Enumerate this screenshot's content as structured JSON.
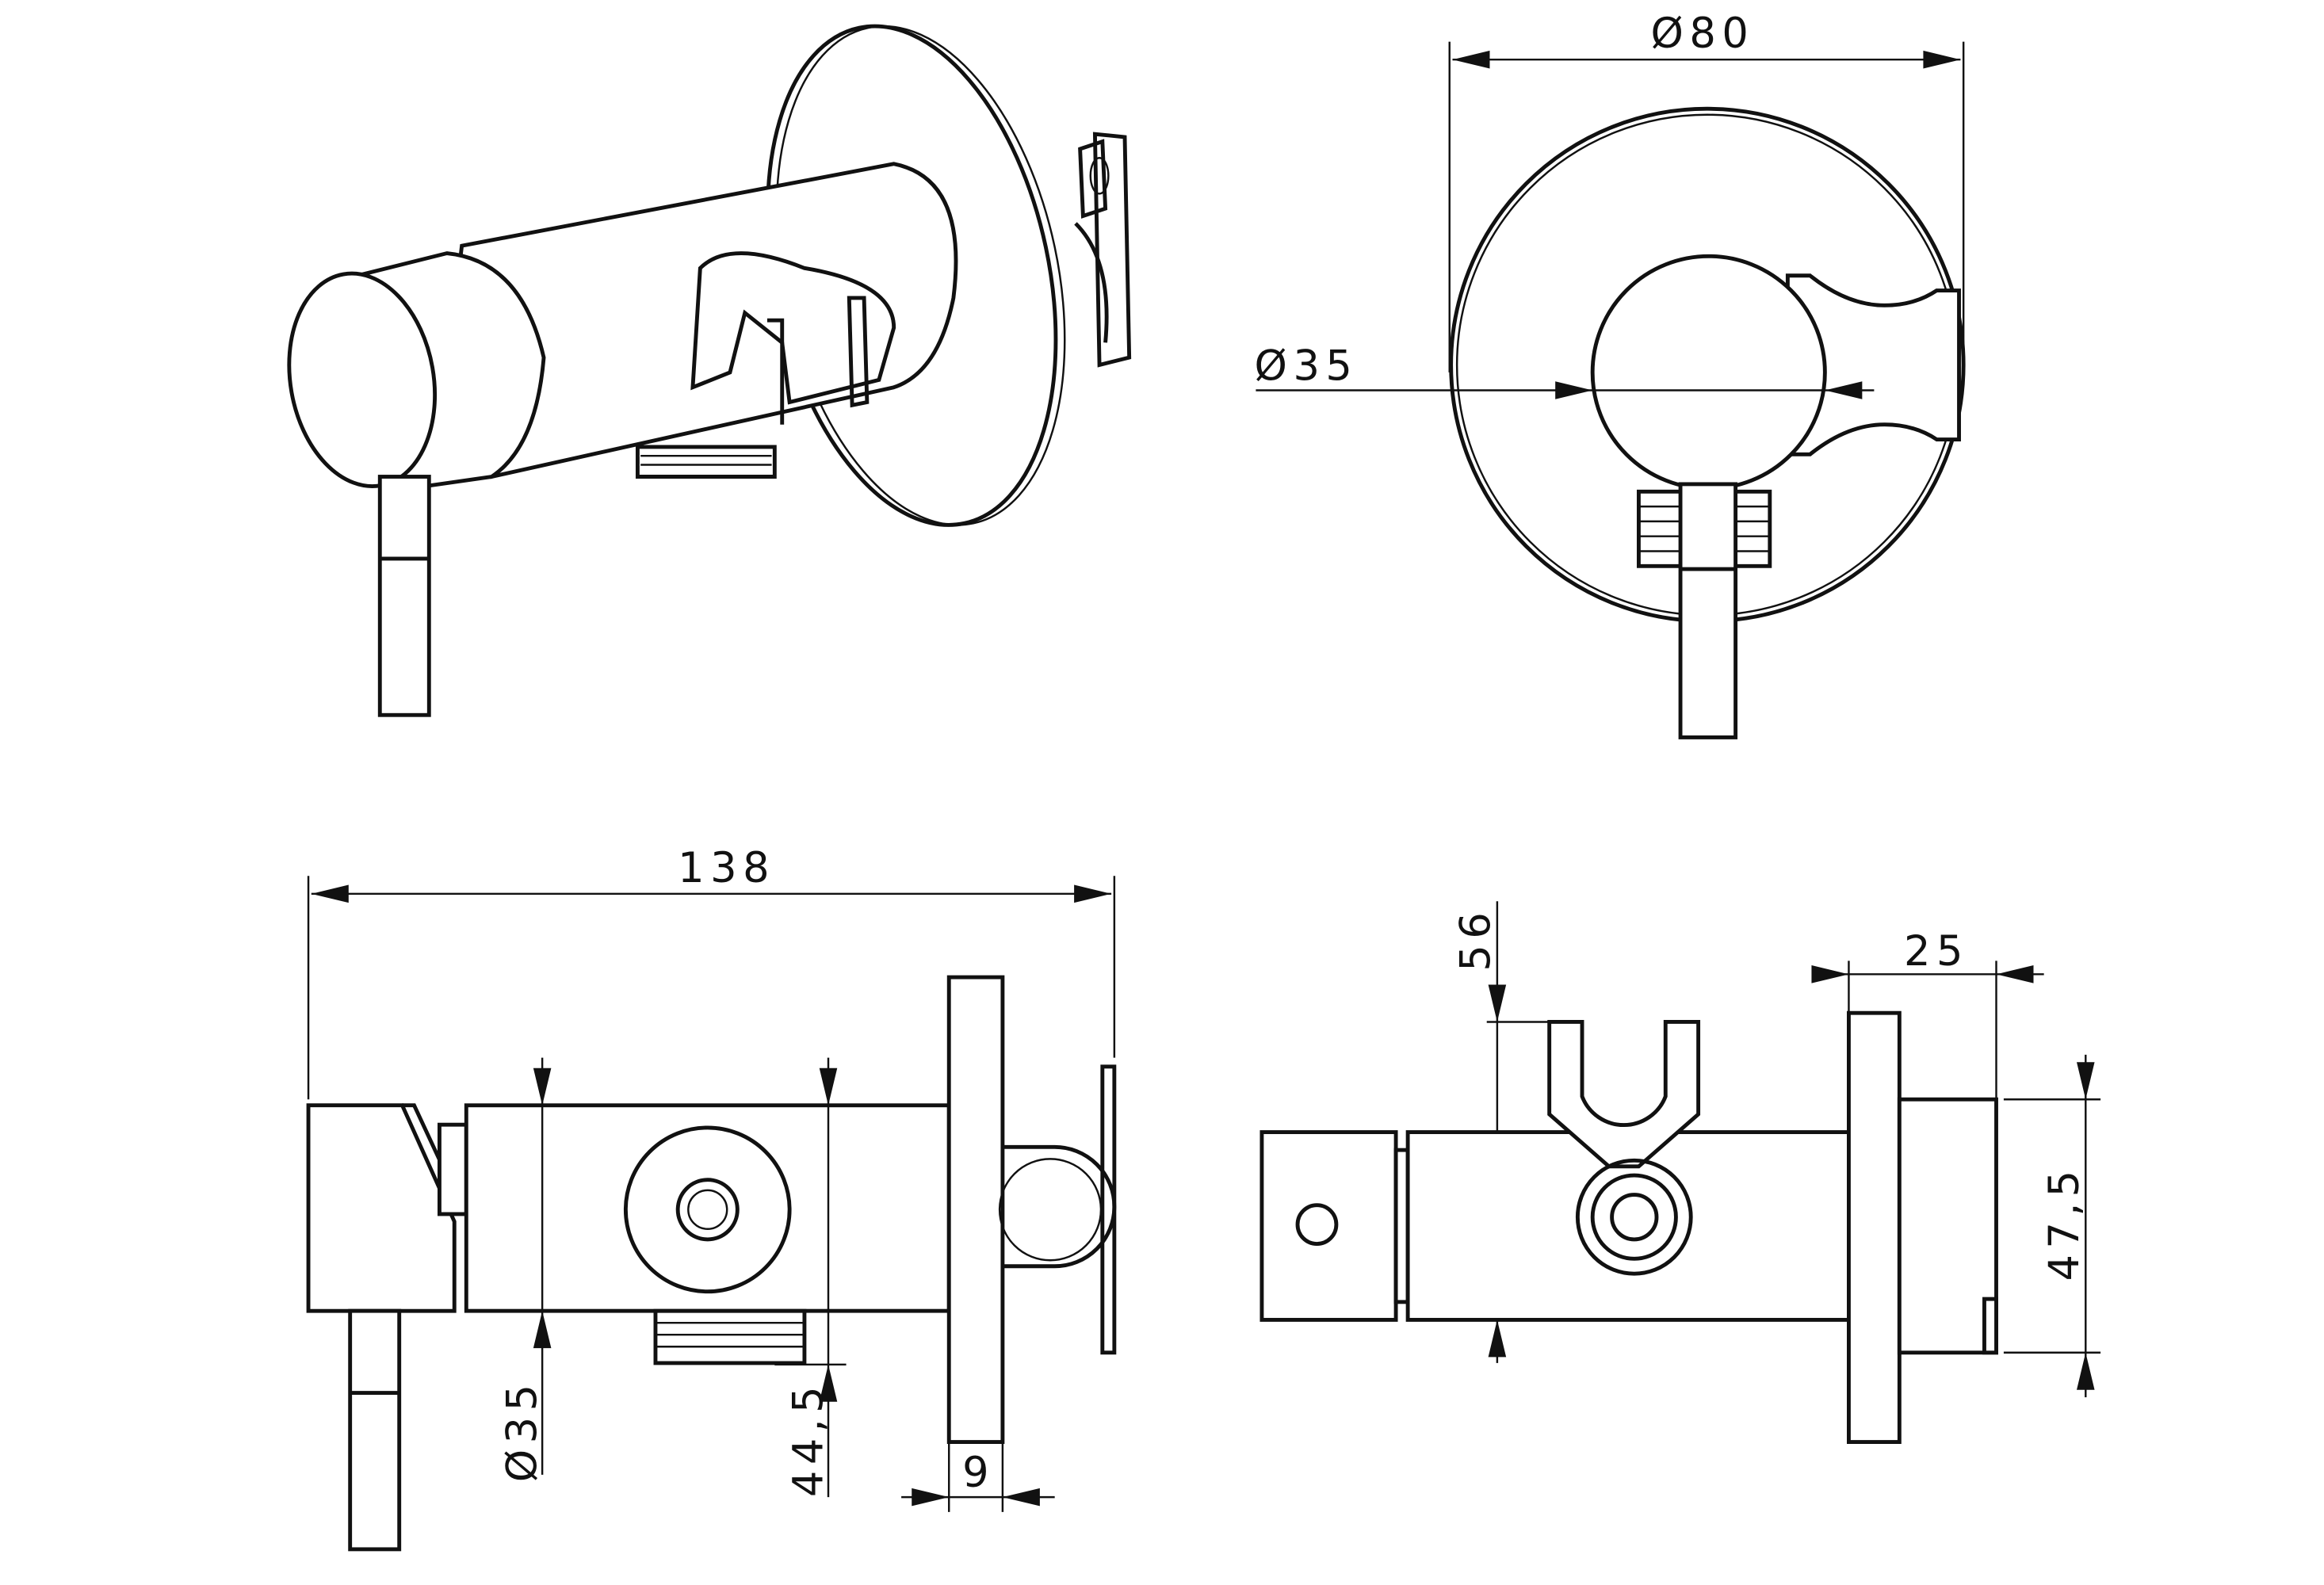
{
  "title": "Wall-mounted valve with hand shower holder - dimension drawing",
  "views": {
    "front": {
      "diameter_outer": "Ø80",
      "diameter_inner": "Ø35"
    },
    "side": {
      "length": "138",
      "diameter": "Ø35",
      "outlet_offset": "44,5",
      "flange_thickness": "9"
    },
    "back": {
      "holder_height": "56",
      "block_depth": "25",
      "block_height": "47,5"
    }
  },
  "colors": {
    "line": "#111111",
    "background": "#ffffff"
  }
}
